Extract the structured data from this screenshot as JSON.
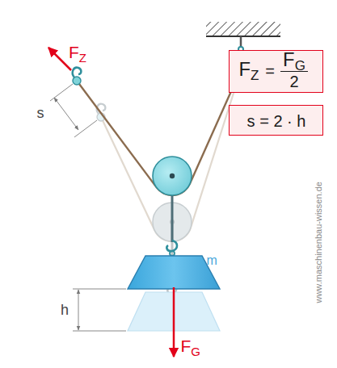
{
  "diagram": {
    "nodes": [
      {
        "text": [
          "FZ",
          "=",
          "FG",
          "2"
        ]
      },
      {
        "text": [
          "s = 2 · h"
        ]
      }
    ],
    "labels": [
      "FZ",
      "s",
      "h",
      "m",
      "FG",
      "www.maschinenbau-wissen.de"
    ]
  }
}
